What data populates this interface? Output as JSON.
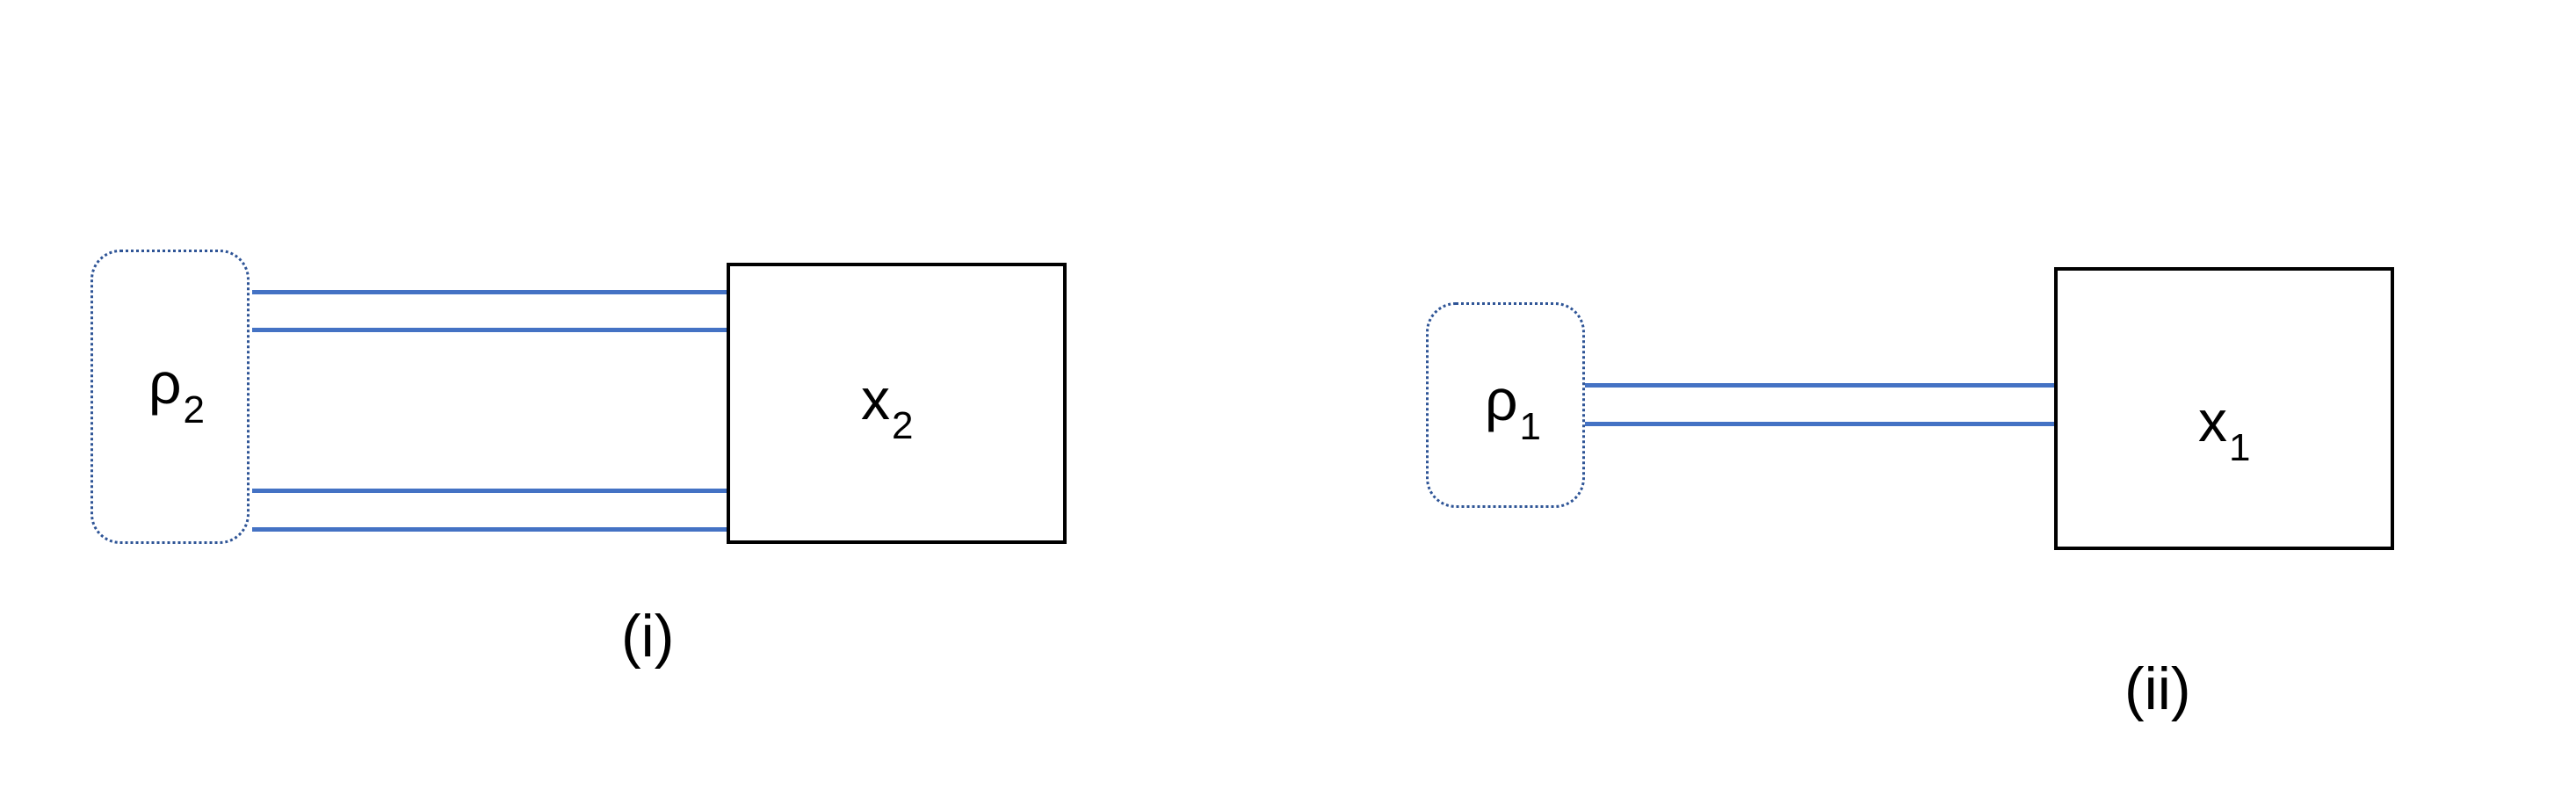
{
  "diagrams": [
    {
      "caption": "(i)",
      "state": {
        "symbol": "ρ",
        "subscript": "2"
      },
      "process": {
        "symbol": "x",
        "subscript": "2"
      },
      "wire_count": 4
    },
    {
      "caption": "(ii)",
      "state": {
        "symbol": "ρ",
        "subscript": "1"
      },
      "process": {
        "symbol": "x",
        "subscript": "1"
      },
      "wire_count": 2
    }
  ],
  "colors": {
    "wire": "#4472C4",
    "state_border": "#2E5496",
    "process_border": "#000000"
  }
}
